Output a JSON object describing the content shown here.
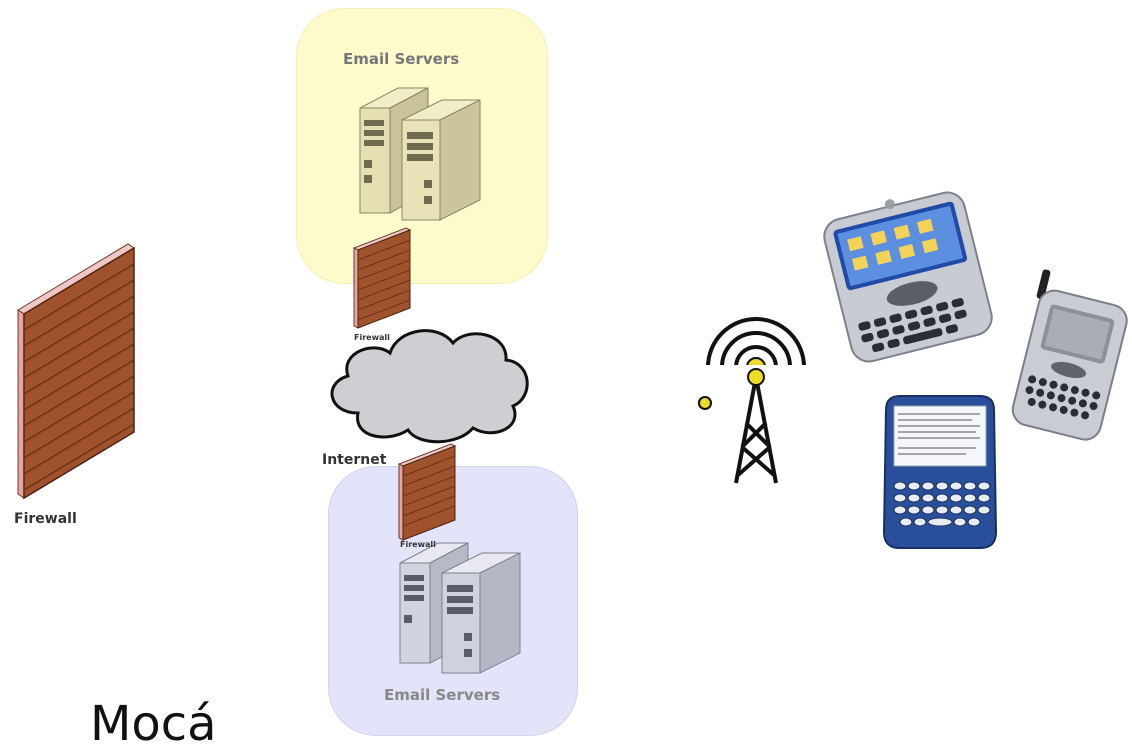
{
  "labels": {
    "top_servers": "Email Servers",
    "bottom_servers": "Email Servers",
    "main_firewall": "Firewall",
    "top_firewall": "Firewall",
    "bottom_firewall": "Firewall",
    "internet": "Internet",
    "bottom_partial": "Mocá"
  },
  "colors": {
    "top_panel_fill": "#fdfbcc",
    "top_panel_border": "#f3f0b5",
    "bottom_panel_fill": "#e3e3fa",
    "bottom_panel_border": "#d3d3f2",
    "brick": "#a0522d",
    "brick_line": "#6e3414",
    "brick_edge": "#e5a5a5",
    "server_beige": "#e7e2b8",
    "server_gray": "#cfd1de",
    "tower_accent": "#ecdc26"
  },
  "icons": [
    "firewall-wall-icon",
    "server-tower-icon",
    "cloud-icon",
    "radio-tower-icon",
    "smartphone-icon",
    "pda-phone-icon",
    "blackberry-icon"
  ]
}
